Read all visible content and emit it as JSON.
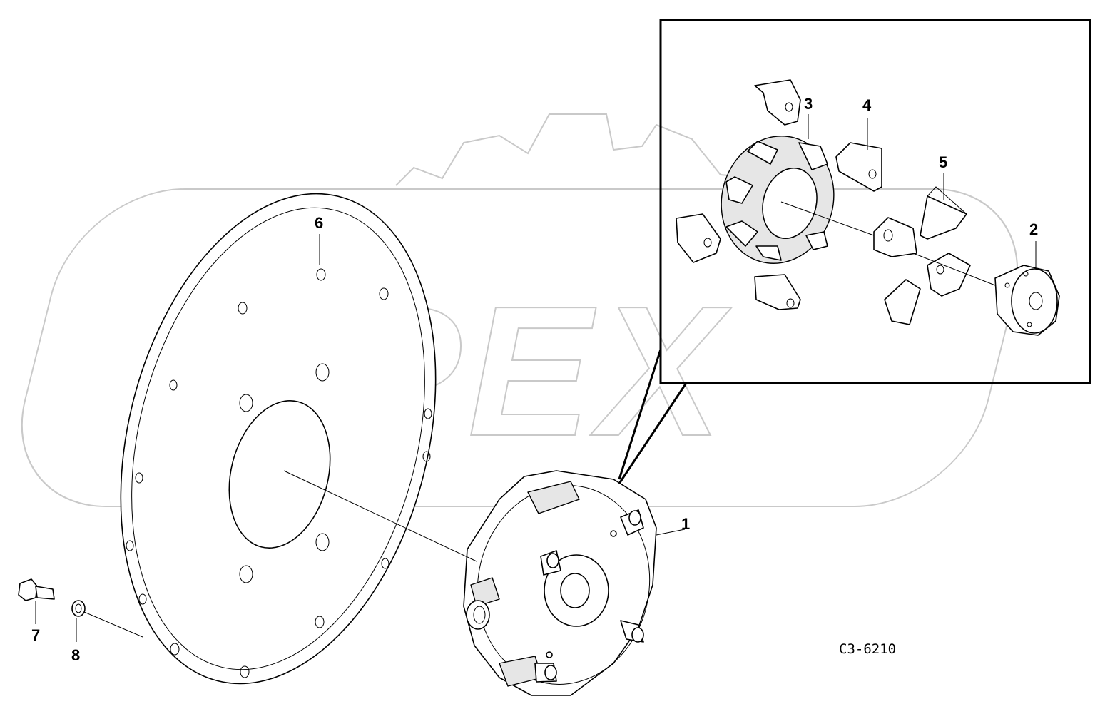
{
  "diagram": {
    "watermark_text": "OPEX",
    "drawing_code": "C3-6210",
    "callouts": [
      {
        "id": "1",
        "label": "1"
      },
      {
        "id": "2",
        "label": "2"
      },
      {
        "id": "3",
        "label": "3"
      },
      {
        "id": "4",
        "label": "4"
      },
      {
        "id": "5",
        "label": "5"
      },
      {
        "id": "6",
        "label": "6"
      },
      {
        "id": "7",
        "label": "7"
      },
      {
        "id": "8",
        "label": "8"
      }
    ]
  }
}
